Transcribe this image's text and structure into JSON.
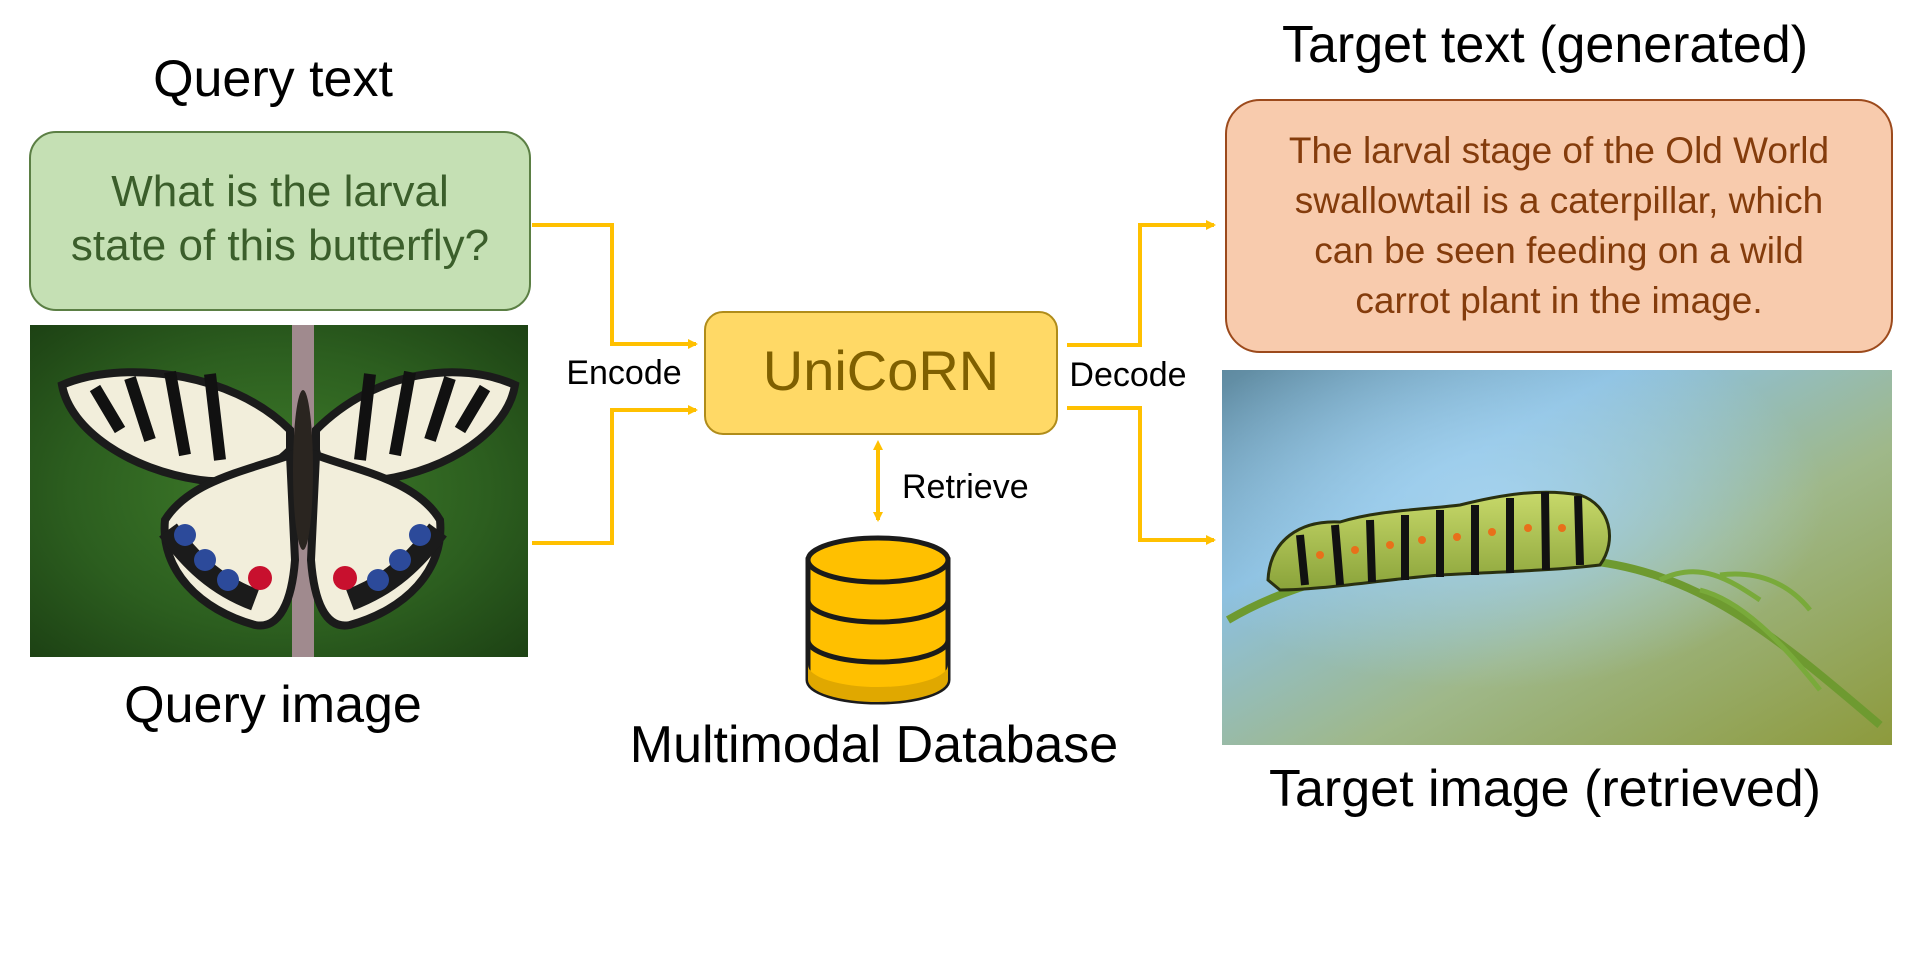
{
  "query": {
    "text_heading": "Query text",
    "text_line1": "What is the larval",
    "text_line2": "state of this butterfly?",
    "image_label": "Query image"
  },
  "model": {
    "name": "UniCoRN",
    "encode_label": "Encode",
    "decode_label": "Decode",
    "retrieve_label": "Retrieve"
  },
  "database": {
    "label": "Multimodal Database"
  },
  "target": {
    "text_heading": "Target text (generated)",
    "text_line1": "The larval stage of the Old World",
    "text_line2": "swallowtail is a caterpillar, which",
    "text_line3": "can be seen feeding on a wild",
    "text_line4": "carrot plant in the image.",
    "image_label": "Target image (retrieved)"
  },
  "colors": {
    "query_box_fill": "#c5e0b4",
    "query_box_text": "#3b5e2b",
    "target_box_fill": "#f8cbad",
    "target_box_text": "#843c0c",
    "model_fill": "#ffd966",
    "model_text": "#7f6000",
    "arrow": "#ffc000",
    "database_fill": "#ffc000"
  }
}
